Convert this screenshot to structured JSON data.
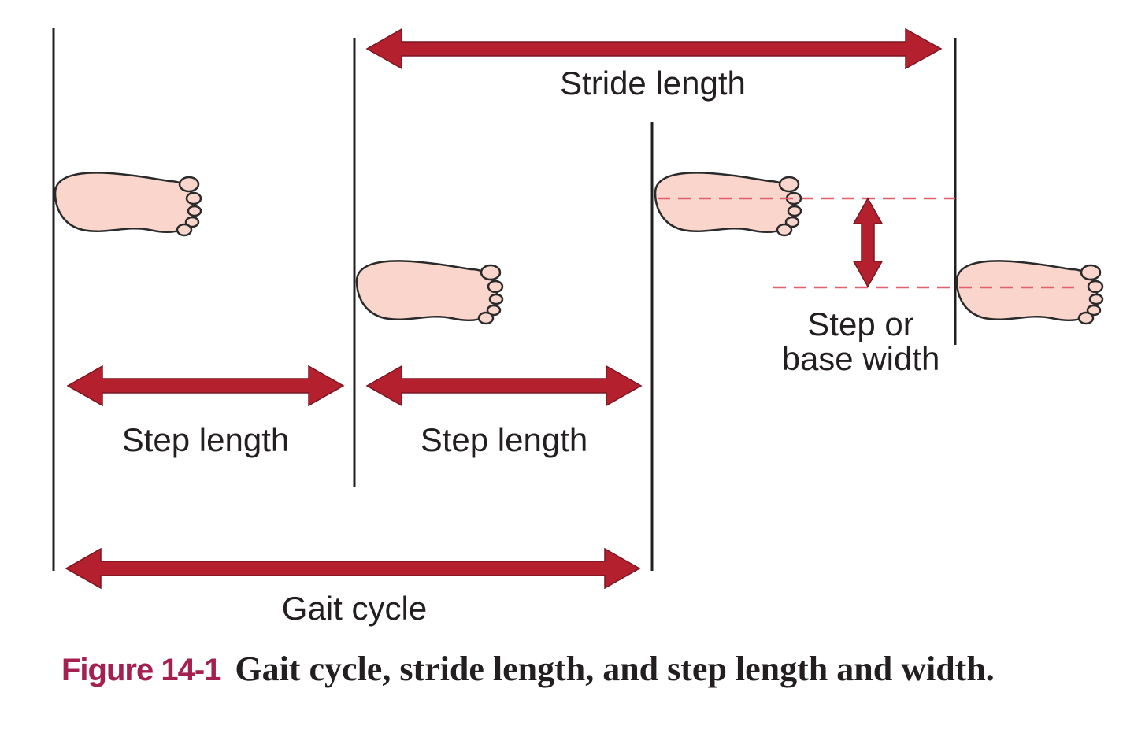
{
  "labels": {
    "stride_length": "Stride length",
    "step_length_1": "Step length",
    "step_length_2": "Step length",
    "step_width_line1": "Step or",
    "step_width_line2": "base width",
    "gait_cycle": "Gait cycle"
  },
  "caption": {
    "figure_number": "Figure 14-1",
    "text": "Gait cycle, stride length, and step length and width."
  },
  "colors": {
    "arrow": "#b5202e",
    "foot_fill": "#f9d5cc",
    "foot_outline": "#2a2a2a",
    "guide_line": "#231f20",
    "dashed_line": "#e0616c",
    "figure_number": "#a3204f",
    "text": "#231f20"
  }
}
